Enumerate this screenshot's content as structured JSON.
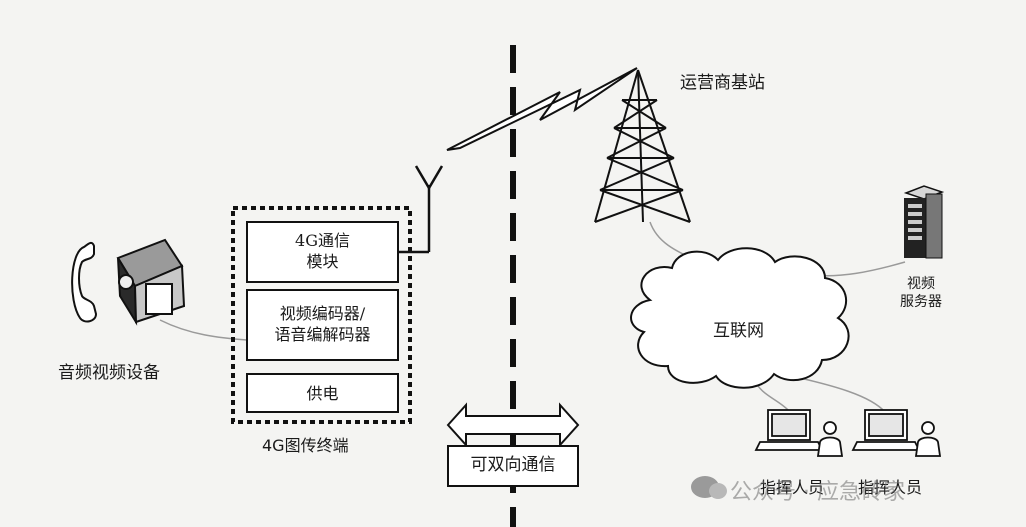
{
  "base_station": "运营商基站",
  "av_device": "音频视频设备",
  "terminal": {
    "module_4g_line1": "4G通信",
    "module_4g_line2": "模块",
    "codec_line1": "视频编码器/",
    "codec_line2": "语音编解码器",
    "power": "供电",
    "caption": "4G图传终端"
  },
  "bidirectional": "可双向通信",
  "internet": "互联网",
  "video_server_line1": "视频",
  "video_server_line2": "服务器",
  "commander_1": "指挥人员",
  "commander_2": "指挥人员",
  "watermark": "公众号 · 应急砖家"
}
